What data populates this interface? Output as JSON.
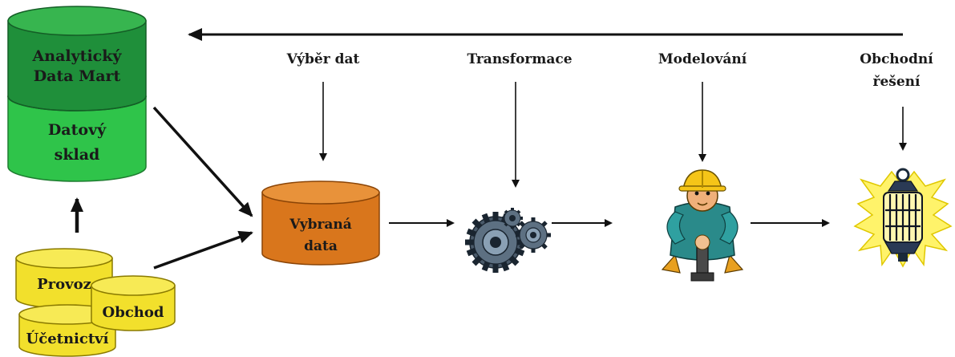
{
  "warehouse": {
    "top_label": [
      "Analytický",
      "Data Mart"
    ],
    "bottom_label": [
      "Datový",
      "sklad"
    ],
    "top_color": "#1f8f3a",
    "bottom_color": "#2fc44a"
  },
  "sources": {
    "provoz": "Provoz",
    "obchod": "Obchod",
    "ucetnictvi": "Účetnictví",
    "color": "#f2e02c"
  },
  "selected": {
    "label": [
      "Vybraná",
      "data"
    ],
    "color": "#d9761c"
  },
  "steps": {
    "vyber": "Výběr dat",
    "transformace": "Transformace",
    "modelovani": "Modelování",
    "obchodni": [
      "Obchodní",
      "řešení"
    ]
  },
  "icons": {
    "gears": "gears-icon",
    "worker": "worker-icon",
    "lantern": "lantern-icon"
  }
}
